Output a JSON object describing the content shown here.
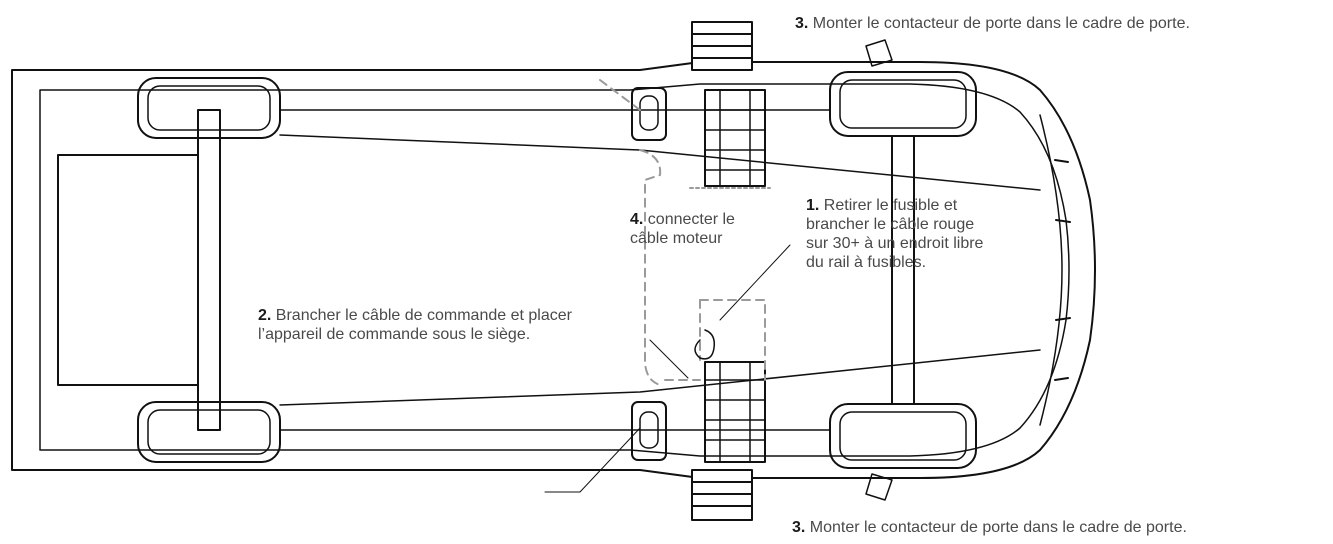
{
  "callouts": {
    "top_door_contact": {
      "number": "3.",
      "text": " Monter le contacteur de porte dans le cadre de porte."
    },
    "bottom_door_contact": {
      "number": "3.",
      "text": " Monter le contacteur de porte dans le cadre de porte."
    },
    "control_cable": {
      "number": "2.",
      "text": " Brancher le câble de commande et placer l’appareil de commande sous le siège."
    },
    "motor_cable": {
      "number": "4.",
      "text": " connecter le câble moteur"
    },
    "fuse": {
      "number": "1.",
      "text": " Retirer le fusible et brancher le câble rouge sur 30+ à un endroit libre du rail à fusibles."
    }
  },
  "colors": {
    "line": "#111111",
    "dashed": "#9a9a9a",
    "text": "#4a4a4a",
    "number": "#1a1a1a"
  }
}
